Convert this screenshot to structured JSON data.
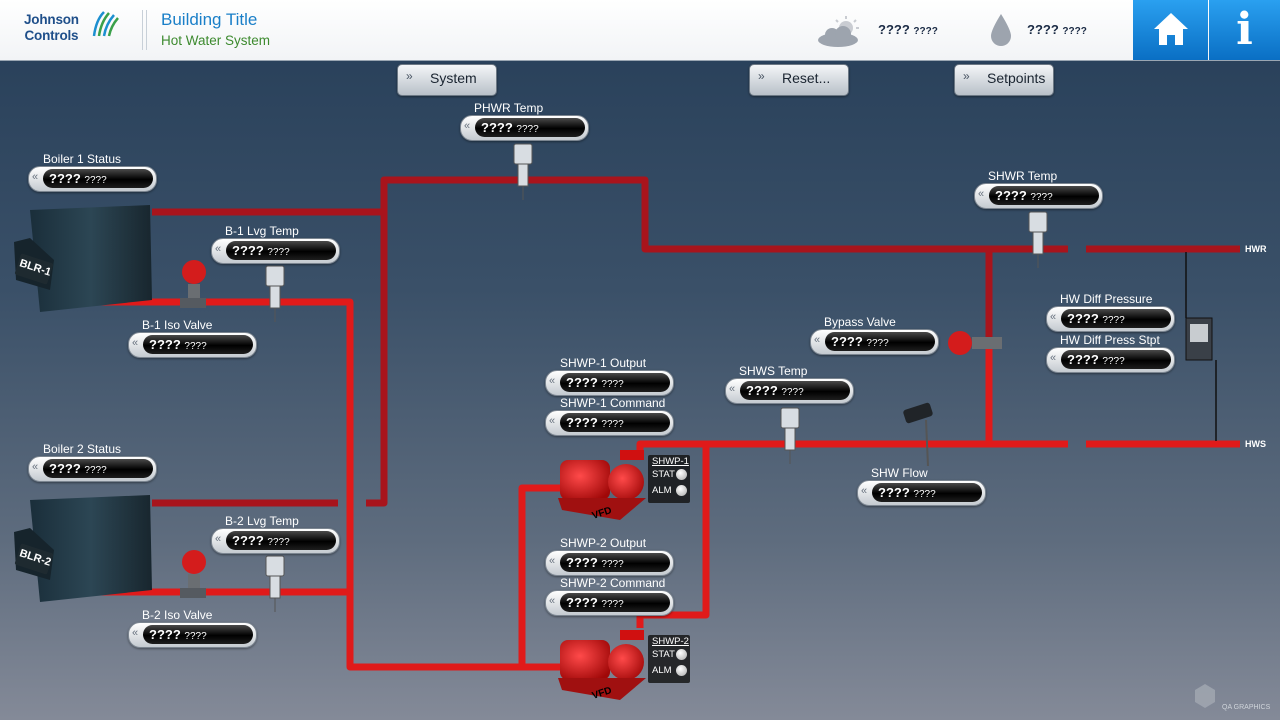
{
  "header": {
    "brand_line1": "Johnson",
    "brand_line2": "Controls",
    "title": "Building Title",
    "subtitle": "Hot Water System",
    "outdoor_temp": {
      "value": "????",
      "unit": "????"
    },
    "outdoor_humidity": {
      "value": "????",
      "unit": "????"
    },
    "home_icon": "home-icon",
    "info_icon": "info-icon",
    "info_glyph": "i"
  },
  "nav": {
    "system": "System",
    "reset": "Reset...",
    "setpoints": "Setpoints",
    "chevron": "»"
  },
  "points": {
    "phwr_temp": {
      "label": "PHWR Temp",
      "value": "????",
      "unit": "????"
    },
    "boiler1_status": {
      "label": "Boiler 1 Status",
      "value": "????",
      "unit": "????"
    },
    "b1_lvg_temp": {
      "label": "B-1 Lvg Temp",
      "value": "????",
      "unit": "????"
    },
    "b1_iso_valve": {
      "label": "B-1 Iso Valve",
      "value": "????",
      "unit": "????"
    },
    "boiler2_status": {
      "label": "Boiler 2 Status",
      "value": "????",
      "unit": "????"
    },
    "b2_lvg_temp": {
      "label": "B-2 Lvg Temp",
      "value": "????",
      "unit": "????"
    },
    "b2_iso_valve": {
      "label": "B-2 Iso Valve",
      "value": "????",
      "unit": "????"
    },
    "shwr_temp": {
      "label": "SHWR Temp",
      "value": "????",
      "unit": "????"
    },
    "bypass_valve": {
      "label": "Bypass Valve",
      "value": "????",
      "unit": "????"
    },
    "hw_diff_pressure": {
      "label": "HW Diff Pressure",
      "value": "????",
      "unit": "????"
    },
    "hw_diff_press_stpt": {
      "label": "HW Diff Press Stpt",
      "value": "????",
      "unit": "????"
    },
    "shwp1_output": {
      "label": "SHWP-1 Output",
      "value": "????",
      "unit": "????"
    },
    "shwp1_command": {
      "label": "SHWP-1 Command",
      "value": "????",
      "unit": "????"
    },
    "shws_temp": {
      "label": "SHWS Temp",
      "value": "????",
      "unit": "????"
    },
    "shw_flow": {
      "label": "SHW Flow",
      "value": "????",
      "unit": "????"
    },
    "shwp2_output": {
      "label": "SHWP-2 Output",
      "value": "????",
      "unit": "????"
    },
    "shwp2_command": {
      "label": "SHWP-2 Command",
      "value": "????",
      "unit": "????"
    }
  },
  "equipment": {
    "boiler1_tag": "BLR-1",
    "boiler2_tag": "BLR-2",
    "vfd_tag": "VFD",
    "pump1": {
      "name": "SHWP-1",
      "stat": "STAT",
      "alm": "ALM"
    },
    "pump2": {
      "name": "SHWP-2",
      "stat": "STAT",
      "alm": "ALM"
    }
  },
  "pipe_labels": {
    "hwr": "HWR",
    "hws": "HWS"
  },
  "watermark": "QA GRAPHICS",
  "colors": {
    "pipe_red": "#e01010",
    "pipe_dark": "#a01010",
    "accent_blue": "#1a7fc8",
    "header_button": "#1a86d8"
  }
}
